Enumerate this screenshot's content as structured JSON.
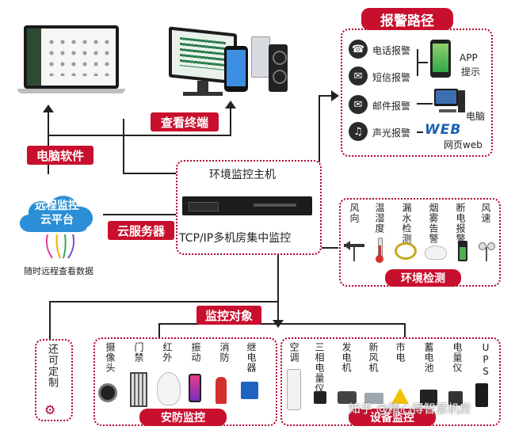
{
  "title_alarm": "报警路径",
  "alarm": {
    "items": [
      {
        "label": "电话报警",
        "icon": "phone-icon"
      },
      {
        "label": "短信报警",
        "icon": "sms-icon"
      },
      {
        "label": "邮件报警",
        "icon": "mail-icon"
      },
      {
        "label": "声光报警",
        "icon": "bell-icon"
      }
    ],
    "app_line1": "APP",
    "app_line2": "提示",
    "pc_label": "电脑",
    "web_logo": "WEB",
    "web_label": "网页web"
  },
  "view_terminal": "查看终端",
  "pc_software": "电脑软件",
  "cloud_server": "云服务器",
  "cloud": {
    "line1": "远程监控",
    "line2": "云平台",
    "caption": "随时远程查看数据"
  },
  "host": {
    "title": "环境监控主机",
    "subtitle": "TCP/IP多机房集中监控"
  },
  "env": {
    "title": "环境检测",
    "items": [
      "风向",
      "温湿度",
      "漏水检测",
      "烟雾告警",
      "断电报警",
      "风速"
    ]
  },
  "monitor_objects": "监控对象",
  "custom": {
    "label": "还可定制"
  },
  "security": {
    "title": "安防监控",
    "items": [
      "摄像头",
      "门禁",
      "红外",
      "振动",
      "消防",
      "继电器"
    ]
  },
  "equipment": {
    "title": "设备监控",
    "items": [
      "空调",
      "三相电量仪",
      "发电机",
      "新风机",
      "市电",
      "蓄电池",
      "电量仪",
      "UPS"
    ]
  },
  "watermark": "知乎 @精心得智慧机房",
  "colors": {
    "accent": "#c8102e",
    "cloud": "#2a8fd6"
  }
}
